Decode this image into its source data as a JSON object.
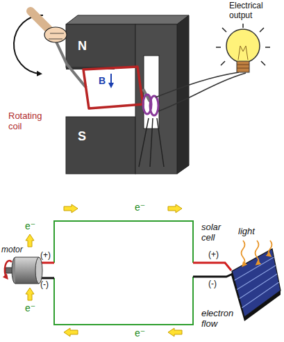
{
  "diagram": {
    "labels": [
      "Electrical output",
      "N",
      "B",
      "Rotating coil",
      "S",
      "e⁻",
      "solar cell",
      "e⁻",
      "light",
      "motor",
      "(+)",
      "(+)",
      "(-)",
      "(-)",
      "e⁻",
      "electron flow",
      "e⁻"
    ]
  }
}
